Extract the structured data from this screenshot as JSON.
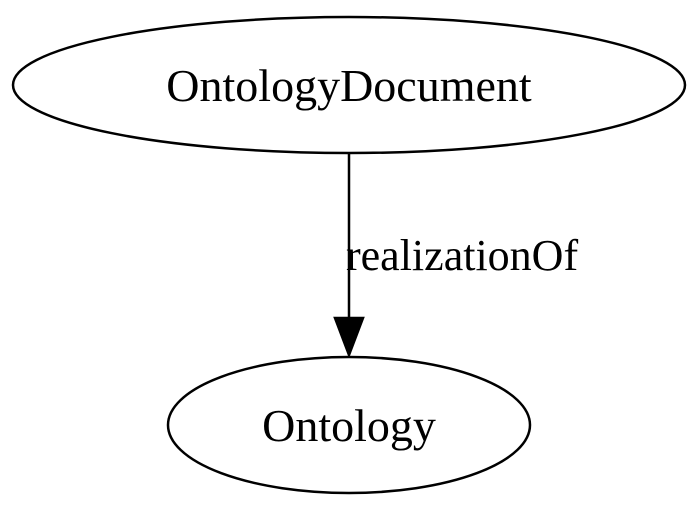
{
  "nodes": {
    "source": {
      "label": "OntologyDocument"
    },
    "target": {
      "label": "Ontology"
    }
  },
  "edge": {
    "label": "realizationOf"
  }
}
